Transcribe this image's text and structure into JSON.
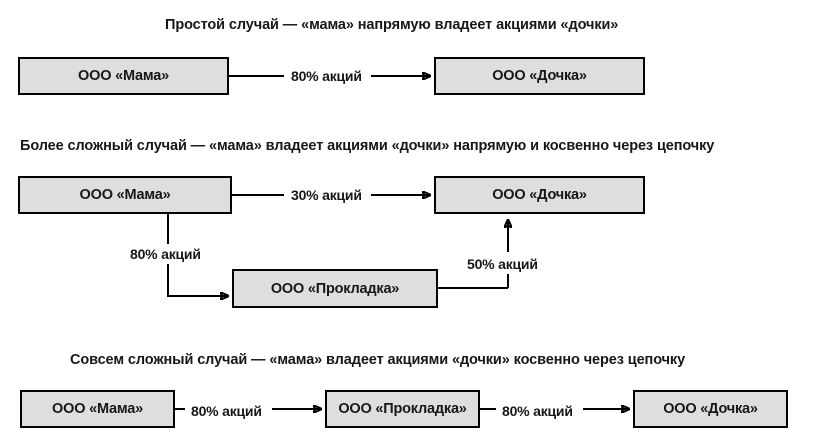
{
  "document": {
    "language": "ru",
    "background_color": "#ffffff",
    "box_fill_color": "#dedede",
    "box_border_color": "#000000",
    "line_color": "#000000"
  },
  "sections": [
    {
      "id": "simple-case",
      "title": "Простой случай — «мама» напрямую владеет акциями «дочки»",
      "nodes": [
        {
          "id": "mama1",
          "label": "ООО «Мама»"
        },
        {
          "id": "dochka1",
          "label": "ООО «Дочка»"
        }
      ],
      "edges": [
        {
          "id": "mama1-dochka1",
          "label": "80% акций",
          "from": "mama1",
          "to": "dochka1"
        }
      ]
    },
    {
      "id": "complex-case",
      "title": "Более сложный случай — «мама» владеет акциями «дочки» напрямую и косвенно через цепочку",
      "nodes": [
        {
          "id": "mama2",
          "label": "ООО «Мама»"
        },
        {
          "id": "dochka2",
          "label": "ООО «Дочка»"
        },
        {
          "id": "prokladka2",
          "label": "ООО «Прокладка»"
        }
      ],
      "edges": [
        {
          "id": "mama2-dochka2",
          "label": "30% акций",
          "from": "mama2",
          "to": "dochka2"
        },
        {
          "id": "mama2-prokladka2",
          "label": "80% акций",
          "from": "mama2",
          "to": "prokladka2"
        },
        {
          "id": "prokladka2-dochka2",
          "label": "50% акций",
          "from": "prokladka2",
          "to": "dochka2"
        }
      ]
    },
    {
      "id": "very-complex-case",
      "title": "Совсем сложный случай — «мама» владеет акциями «дочки» косвенно через цепочку",
      "nodes": [
        {
          "id": "mama3",
          "label": "ООО «Мама»"
        },
        {
          "id": "prokladka3",
          "label": "ООО «Прокладка»"
        },
        {
          "id": "dochka3",
          "label": "ООО «Дочка»"
        }
      ],
      "edges": [
        {
          "id": "mama3-prokladka3",
          "label": "80% акций",
          "from": "mama3",
          "to": "prokladka3"
        },
        {
          "id": "prokladka3-dochka3",
          "label": "80% акций",
          "from": "prokladka3",
          "to": "dochka3"
        }
      ]
    }
  ]
}
